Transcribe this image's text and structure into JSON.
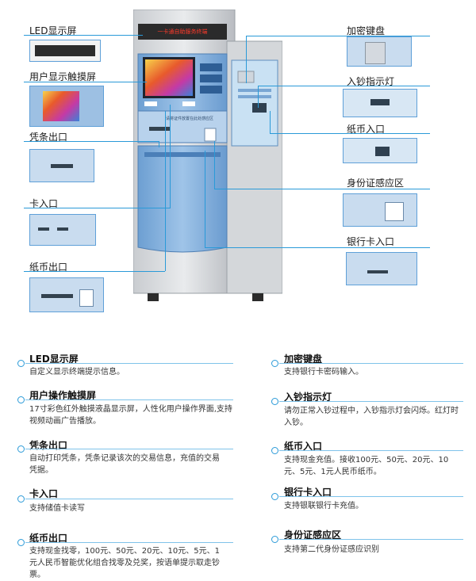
{
  "led_text": "一卡通自助服务终端",
  "callouts_left": [
    {
      "label": "LED显示屏"
    },
    {
      "label": "用户显示触摸屏"
    },
    {
      "label": "凭条出口"
    },
    {
      "label": "卡入口"
    },
    {
      "label": "纸币出口"
    }
  ],
  "callouts_right": [
    {
      "label": "加密键盘"
    },
    {
      "label": "入钞指示灯"
    },
    {
      "label": "纸币入口"
    },
    {
      "label": "身份证感应区"
    },
    {
      "label": "银行卡入口"
    }
  ],
  "machine_panel_text": "请将证件放置在此处感应区",
  "features_left": [
    {
      "title": "LED显示屏",
      "desc": "自定义显示终端提示信息。"
    },
    {
      "title": "用户操作触摸屏",
      "desc": "17寸彩色红外触摸液晶显示屏，人性化用户操作界面,支持视频动画广告播放。"
    },
    {
      "title": "凭条出口",
      "desc": "自动打印凭条，凭条记录该次的交易信息，充值的交易凭据。"
    },
    {
      "title": "卡入口",
      "desc": "支持储值卡读写"
    },
    {
      "title": "纸币出口",
      "desc": "支持现金找零，100元、50元、20元、10元、5元、1元人民币智能优化组合找零及兑奖，按语单提示取走钞票。"
    }
  ],
  "features_right": [
    {
      "title": "加密键盘",
      "desc": "支持银行卡密码输入。"
    },
    {
      "title": "入钞指示灯",
      "desc": "请勿正常入钞过程中，入钞指示灯会闪烁。红灯时入钞。"
    },
    {
      "title": "纸币入口",
      "desc": "支持现金充值。接收100元、50元、20元、10元、5元、1元人民币纸币。"
    },
    {
      "title": "银行卡入口",
      "desc": "支持银联银行卡充值。"
    },
    {
      "title": "身份证感应区",
      "desc": "支持第二代身份证感应识别"
    }
  ]
}
